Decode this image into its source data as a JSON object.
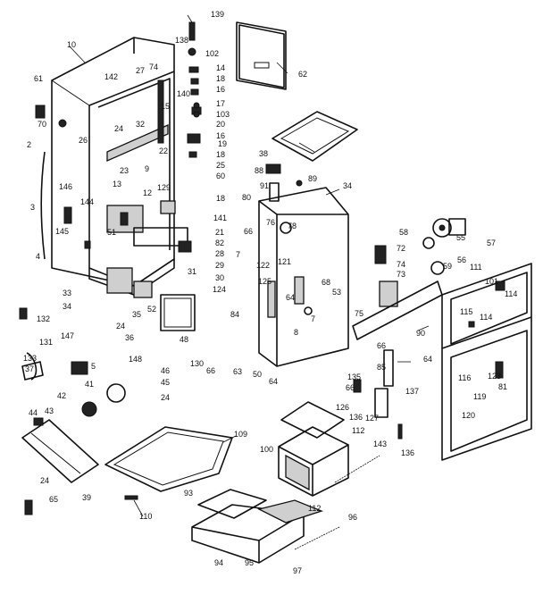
{
  "diagram": {
    "labels": [
      {
        "id": "l139",
        "text": "139"
      },
      {
        "id": "l10",
        "text": "10"
      },
      {
        "id": "l138",
        "text": "138"
      },
      {
        "id": "l102",
        "text": "102"
      },
      {
        "id": "l62",
        "text": "62"
      },
      {
        "id": "l14",
        "text": "14"
      },
      {
        "id": "l18a",
        "text": "18"
      },
      {
        "id": "l16a",
        "text": "16"
      },
      {
        "id": "l142",
        "text": "142"
      },
      {
        "id": "l27",
        "text": "27"
      },
      {
        "id": "l74",
        "text": "74"
      },
      {
        "id": "l140",
        "text": "140"
      },
      {
        "id": "l17",
        "text": "17"
      },
      {
        "id": "l61",
        "text": "61"
      },
      {
        "id": "l15",
        "text": "15"
      },
      {
        "id": "l103",
        "text": "103"
      },
      {
        "id": "l70",
        "text": "70"
      },
      {
        "id": "l20",
        "text": "20"
      },
      {
        "id": "l24a",
        "text": "24"
      },
      {
        "id": "l32",
        "text": "32"
      },
      {
        "id": "l16b",
        "text": "16"
      },
      {
        "id": "l26",
        "text": "26"
      },
      {
        "id": "l19",
        "text": "19"
      },
      {
        "id": "l22",
        "text": "22"
      },
      {
        "id": "l18b",
        "text": "18"
      },
      {
        "id": "l38",
        "text": "38"
      },
      {
        "id": "l2",
        "text": "2"
      },
      {
        "id": "l23",
        "text": "23"
      },
      {
        "id": "l25",
        "text": "25"
      },
      {
        "id": "l9",
        "text": "9"
      },
      {
        "id": "l88",
        "text": "88"
      },
      {
        "id": "l60",
        "text": "60"
      },
      {
        "id": "l89",
        "text": "89"
      },
      {
        "id": "l91",
        "text": "91"
      },
      {
        "id": "l34",
        "text": "34"
      },
      {
        "id": "l146",
        "text": "146"
      },
      {
        "id": "l13",
        "text": "13"
      },
      {
        "id": "l129",
        "text": "129"
      },
      {
        "id": "l12",
        "text": "12"
      },
      {
        "id": "l18c",
        "text": "18"
      },
      {
        "id": "l80",
        "text": "80"
      },
      {
        "id": "l3",
        "text": "3"
      },
      {
        "id": "l144",
        "text": "144"
      },
      {
        "id": "l141",
        "text": "141"
      },
      {
        "id": "l66a",
        "text": "66"
      },
      {
        "id": "l76",
        "text": "76"
      },
      {
        "id": "l78",
        "text": "78"
      },
      {
        "id": "l58",
        "text": "58"
      },
      {
        "id": "l145",
        "text": "145"
      },
      {
        "id": "l51",
        "text": "51"
      },
      {
        "id": "l21",
        "text": "21"
      },
      {
        "id": "l82",
        "text": "82"
      },
      {
        "id": "l72",
        "text": "72"
      },
      {
        "id": "l55",
        "text": "55"
      },
      {
        "id": "l57",
        "text": "57"
      },
      {
        "id": "l7",
        "text": "7"
      },
      {
        "id": "l28",
        "text": "28"
      },
      {
        "id": "l56",
        "text": "56"
      },
      {
        "id": "l29",
        "text": "29"
      },
      {
        "id": "l4",
        "text": "4"
      },
      {
        "id": "l122",
        "text": "122"
      },
      {
        "id": "l121",
        "text": "121"
      },
      {
        "id": "l74b",
        "text": "74"
      },
      {
        "id": "l111",
        "text": "111"
      },
      {
        "id": "l101",
        "text": "101"
      },
      {
        "id": "l59",
        "text": "59"
      },
      {
        "id": "l73",
        "text": "73"
      },
      {
        "id": "l31",
        "text": "31"
      },
      {
        "id": "l30",
        "text": "30"
      },
      {
        "id": "l125",
        "text": "125"
      },
      {
        "id": "l68",
        "text": "68"
      },
      {
        "id": "l124",
        "text": "124"
      },
      {
        "id": "l53",
        "text": "53"
      },
      {
        "id": "l33",
        "text": "33"
      },
      {
        "id": "l64a",
        "text": "64"
      },
      {
        "id": "l34b",
        "text": "34"
      },
      {
        "id": "l52",
        "text": "52"
      },
      {
        "id": "l132",
        "text": "132"
      },
      {
        "id": "l35",
        "text": "35"
      },
      {
        "id": "l84",
        "text": "84"
      },
      {
        "id": "l75",
        "text": "75"
      },
      {
        "id": "l114a",
        "text": "114"
      },
      {
        "id": "l115",
        "text": "115"
      },
      {
        "id": "l114b",
        "text": "114"
      },
      {
        "id": "l24b",
        "text": "24"
      },
      {
        "id": "l48",
        "text": "48"
      },
      {
        "id": "l8",
        "text": "8"
      },
      {
        "id": "l7b",
        "text": "7"
      },
      {
        "id": "l90",
        "text": "90"
      },
      {
        "id": "l131",
        "text": "131"
      },
      {
        "id": "l36",
        "text": "36"
      },
      {
        "id": "l147",
        "text": "147"
      },
      {
        "id": "l130",
        "text": "130"
      },
      {
        "id": "l66b",
        "text": "66"
      },
      {
        "id": "l63",
        "text": "63"
      },
      {
        "id": "l50",
        "text": "50"
      },
      {
        "id": "l64b",
        "text": "64"
      },
      {
        "id": "l66c",
        "text": "66"
      },
      {
        "id": "l64c",
        "text": "64"
      },
      {
        "id": "l133",
        "text": "133"
      },
      {
        "id": "l37",
        "text": "37"
      },
      {
        "id": "l5",
        "text": "5"
      },
      {
        "id": "l148",
        "text": "148"
      },
      {
        "id": "l85",
        "text": "85"
      },
      {
        "id": "l116",
        "text": "116"
      },
      {
        "id": "l123",
        "text": "123"
      },
      {
        "id": "l81",
        "text": "81"
      },
      {
        "id": "l46",
        "text": "46"
      },
      {
        "id": "l45",
        "text": "45"
      },
      {
        "id": "l135",
        "text": "135"
      },
      {
        "id": "l119",
        "text": "119"
      },
      {
        "id": "l66d",
        "text": "66"
      },
      {
        "id": "l137",
        "text": "137"
      },
      {
        "id": "l41",
        "text": "41"
      },
      {
        "id": "l24c",
        "text": "24"
      },
      {
        "id": "l126",
        "text": "126"
      },
      {
        "id": "l42",
        "text": "42"
      },
      {
        "id": "l136a",
        "text": "136"
      },
      {
        "id": "l43",
        "text": "43"
      },
      {
        "id": "l120",
        "text": "120"
      },
      {
        "id": "l44",
        "text": "44"
      },
      {
        "id": "l127",
        "text": "127"
      },
      {
        "id": "l112a",
        "text": "112"
      },
      {
        "id": "l109",
        "text": "109"
      },
      {
        "id": "l143",
        "text": "143"
      },
      {
        "id": "l100",
        "text": "100"
      },
      {
        "id": "l136b",
        "text": "136"
      },
      {
        "id": "l24d",
        "text": "24"
      },
      {
        "id": "l39",
        "text": "39"
      },
      {
        "id": "l93",
        "text": "93"
      },
      {
        "id": "l112b",
        "text": "112"
      },
      {
        "id": "l65",
        "text": "65"
      },
      {
        "id": "l110",
        "text": "110"
      },
      {
        "id": "l96",
        "text": "96"
      },
      {
        "id": "l94",
        "text": "94"
      },
      {
        "id": "l95",
        "text": "95"
      },
      {
        "id": "l97",
        "text": "97"
      }
    ]
  }
}
